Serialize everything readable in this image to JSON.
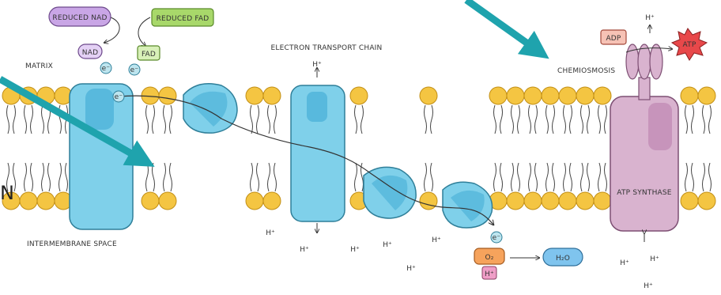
{
  "labels": {
    "matrix": "MATRIX",
    "intermembrane_space": "INTERMEMBRANE SPACE",
    "electron_transport_chain": "ELECTRON TRANSPORT CHAIN",
    "chemiosmosis": "CHEMIOSMOSIS",
    "atp_synthase": "ATP SYNTHASE",
    "left_edge_letter": "N"
  },
  "molecules": {
    "reduced_nad": "REDUCED NAD",
    "reduced_fad": "REDUCED FAD",
    "nad": "NAD",
    "fad": "FAD",
    "electron": "e⁻",
    "oxygen": "O₂",
    "water": "H₂O",
    "proton": "H⁺",
    "adp": "ADP",
    "atp": "ATP"
  },
  "colors": {
    "phospholipid_head": "#f4c542",
    "protein": "#7fd0ea",
    "protein_dark": "#4fb3d9",
    "synthase": "#d9b3cf",
    "arrow_teal": "#1fa3ad",
    "reduced_nad_fill": "#c9a6e6",
    "reduced_fad_fill": "#a8d86a",
    "oxygen_fill": "#f6a35c",
    "water_fill": "#7fc4ee",
    "atp_fill": "#e8484a"
  }
}
